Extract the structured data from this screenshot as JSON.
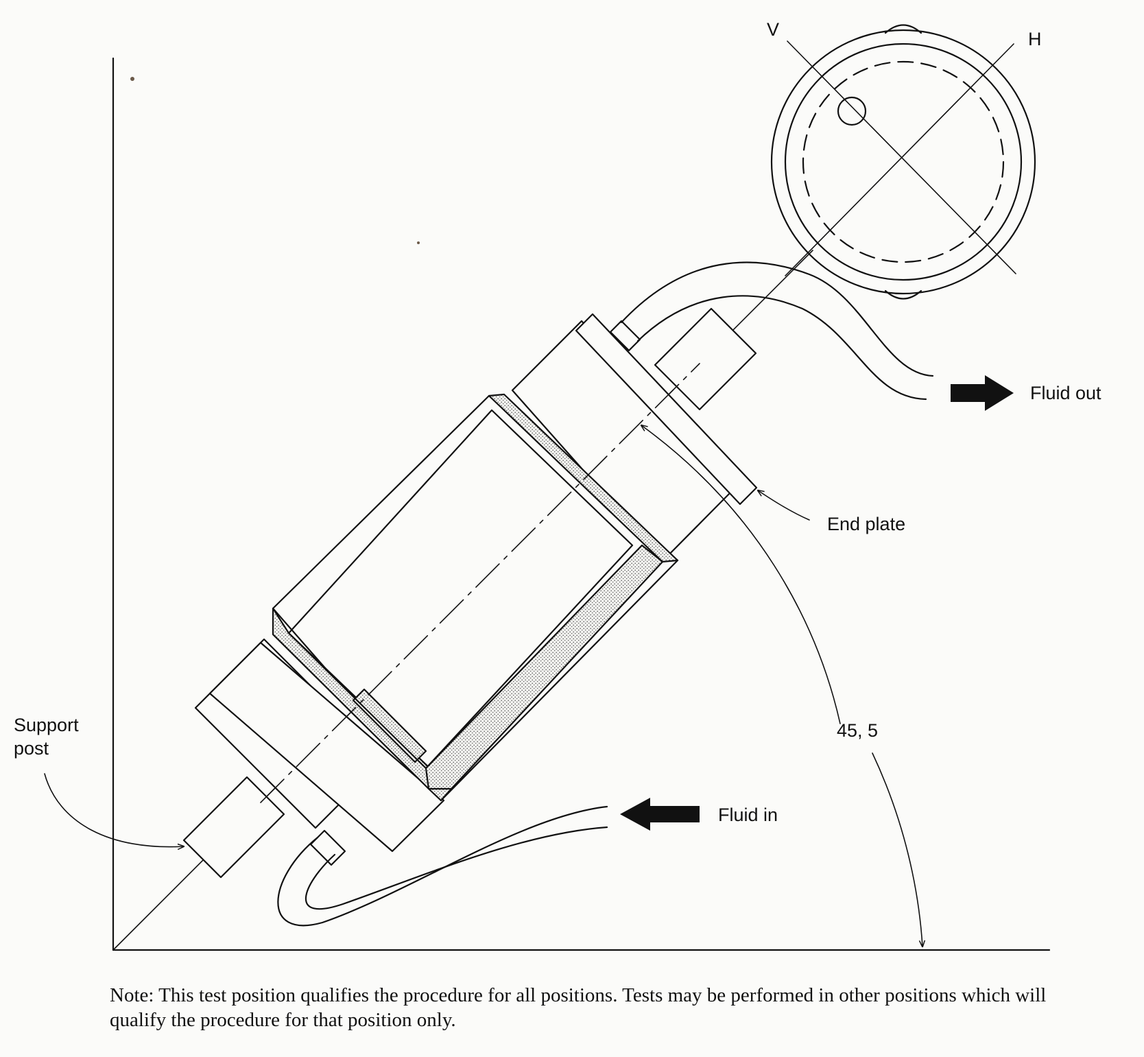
{
  "labels": {
    "v": "V",
    "h": "H",
    "fluid_out": "Fluid out",
    "fluid_in": "Fluid in",
    "end_plate": "End plate",
    "support_post_line1": "Support",
    "support_post_line2": "post",
    "angle": "45,  5"
  },
  "note": "Note: This test position qualifies the procedure for all positions. Tests may be performed in other positions which will qualify the procedure for that position only.",
  "colors": {
    "ink": "#111111",
    "paper": "#fbfbf9",
    "stipple": "#555555"
  }
}
